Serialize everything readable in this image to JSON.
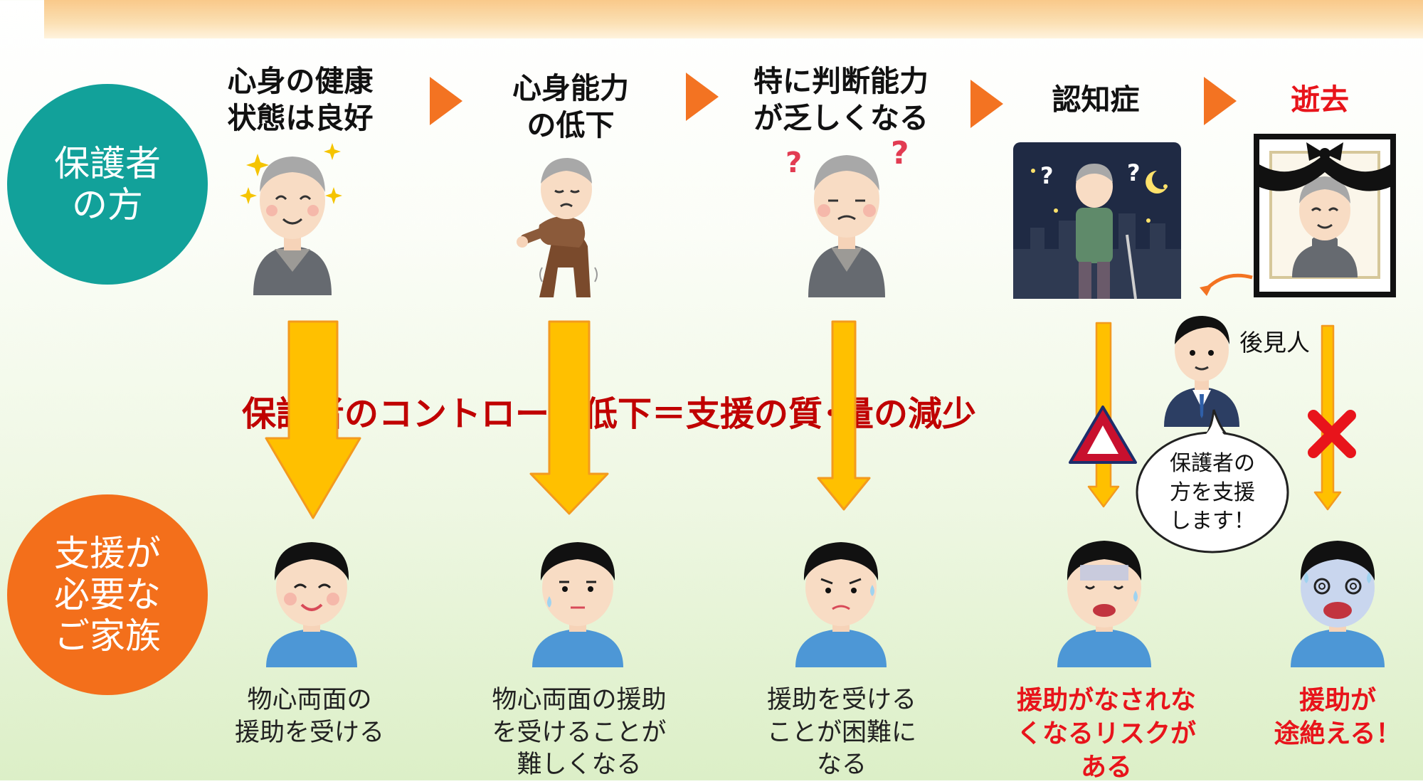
{
  "labels": {
    "protector": "保護者\nの方",
    "family": "支援が\n必要な\nご家族",
    "headline": "保護者のコントロール低下＝支援の質･量の減少",
    "guardian": "後見人",
    "bubble": "保護者の\n方を支援\nします！"
  },
  "stages": [
    {
      "title": "心身の健康\n状態は良好",
      "caption": "物心両面の\n援助を受ける",
      "figure": "healthy-elder",
      "child": "happy-child",
      "transfer": "large-arrow"
    },
    {
      "title": "心身能力\nの低下",
      "caption": "物心両面の援助\nを受けることが\n難しくなる",
      "figure": "frail-elder",
      "child": "worried-child",
      "transfer": "large-arrow"
    },
    {
      "title": "特に判断能力\nが乏しくなる",
      "caption": "援助を受ける\nことが困難に\nなる",
      "figure": "confused-elder",
      "child": "troubled-child",
      "transfer": "medium-arrow"
    },
    {
      "title": "認知症",
      "caption": "援助がなされな\nくなるリスクが\nある",
      "figure": "wandering-elder",
      "child": "distressed-child",
      "transfer": "warning-triangle"
    },
    {
      "title": "逝去",
      "caption": "援助が\n途絶える！",
      "figure": "memorial-portrait",
      "child": "crying-child",
      "transfer": "cross-mark"
    }
  ],
  "colors": {
    "teal": "#12a19a",
    "orange": "#f36f1b",
    "arrow_yellow": "#ffc000",
    "arrow_border": "#f39a1e",
    "headline_red": "#c00000",
    "emphasis_red": "#e8141b"
  }
}
